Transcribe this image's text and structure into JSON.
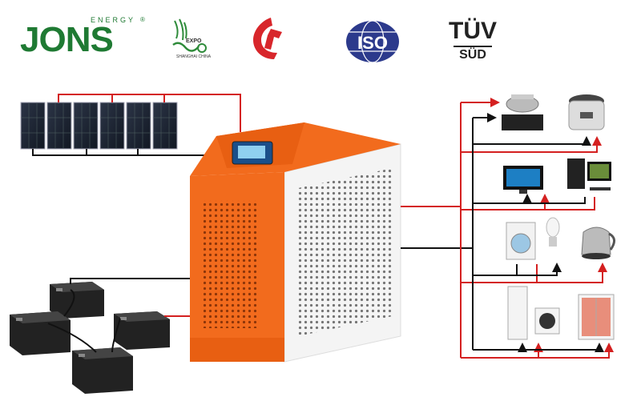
{
  "logos": {
    "brand": {
      "name": "JONS",
      "tagline": "ENERGY",
      "registered": "®",
      "color": "#1f7a33"
    },
    "expo": {
      "title": "EXPO",
      "subtitle": "SHANGHAI CHINA",
      "color": "#2e8b3a"
    },
    "ccc": {
      "icon": "ccc-certification-icon",
      "color": "#d8262b"
    },
    "iso": {
      "label": "ISO",
      "color": "#2c3a8c"
    },
    "tuv": {
      "label": "TÜV",
      "sublabel": "SÜD",
      "color": "#222222"
    }
  },
  "colors": {
    "inverter_orange": "#f26b1d",
    "inverter_white": "#f4f4f4",
    "wire_red": "#d42020",
    "wire_black": "#111111",
    "panel_blue": "#1c2433"
  },
  "diagram": {
    "solar_panels": {
      "count": 6,
      "icon": "solar-panel-icon"
    },
    "batteries": {
      "count": 4,
      "icon": "battery-icon"
    },
    "inverter": {
      "icon": "solar-inverter-icon"
    },
    "appliance_groups": [
      [
        "induction-cooker-icon",
        "rice-cooker-icon"
      ],
      [
        "television-icon",
        "desktop-computer-icon"
      ],
      [
        "washing-machine-icon",
        "light-bulb-icon",
        "electric-kettle-icon"
      ],
      [
        "air-conditioner-icon",
        "refrigerator-icon"
      ]
    ]
  }
}
